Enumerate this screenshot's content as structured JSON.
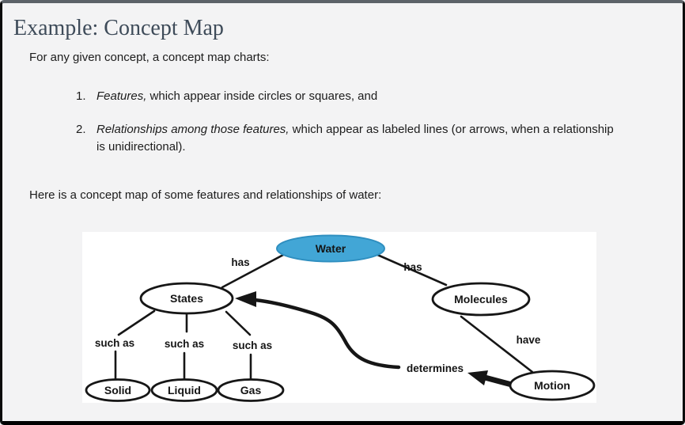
{
  "header": {
    "title": "Example: Concept Map"
  },
  "body": {
    "intro": "For any given concept, a concept map charts:",
    "list_items": [
      {
        "number": "1.",
        "emphasis": "Features,",
        "rest": " which appear inside circles or squares, and"
      },
      {
        "number": "2.",
        "emphasis": "Relationships among those features,",
        "rest": " which appear as labeled lines (or arrows, when a relationship is unidirectional)."
      }
    ],
    "caption": "Here is a concept map of some features and relationships of water:"
  },
  "diagram": {
    "nodes": {
      "water": "Water",
      "states": "States",
      "molecules": "Molecules",
      "solid": "Solid",
      "liquid": "Liquid",
      "gas": "Gas",
      "motion": "Motion"
    },
    "edges": {
      "has_left": "has",
      "has_right": "has",
      "such_as_1": "such as",
      "such_as_2": "such as",
      "such_as_3": "such as",
      "determines": "determines",
      "have": "have"
    },
    "colors": {
      "water_fill": "#42a6d6",
      "node_fill": "#ffffff",
      "stroke": "#161616"
    }
  }
}
